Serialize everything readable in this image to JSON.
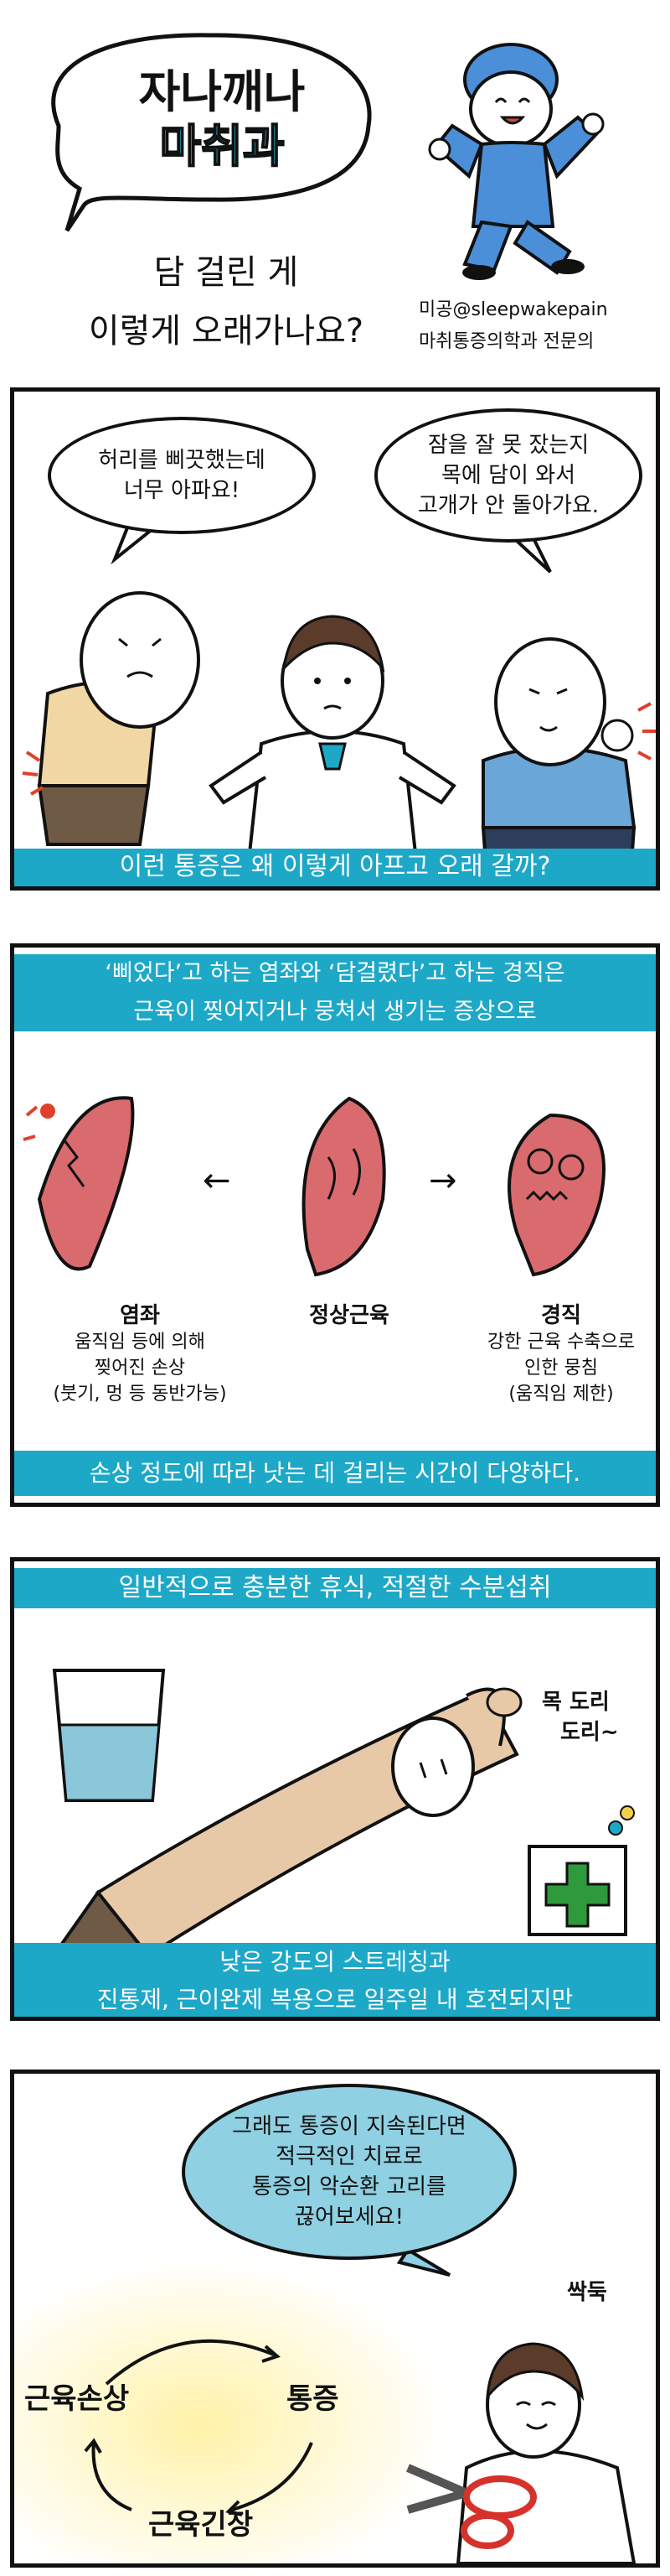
{
  "header": {
    "logo_line1": "자나깨나",
    "logo_line2": "마취과",
    "title_line1": "담 걸린 게",
    "title_line2": "이렇게 오래가나요?",
    "credit_line1": "미공@sleepwakepain",
    "credit_line2": "마취통증의학과 전문의"
  },
  "panel1": {
    "bubble_left": [
      "허리를 삐끗했는데",
      "너무 아파요!"
    ],
    "bubble_right": [
      "잠을 잘 못 잤는지",
      "목에 담이 와서",
      "고개가 안 돌아가요."
    ],
    "caption": "이런 통증은 왜 이렇게 아프고 오래 갈까?"
  },
  "panel2": {
    "banner": [
      "‘삐었다’고 하는 염좌와 ‘담걸렸다’고 하는 경직은",
      "근육이 찢어지거나 뭉쳐서 생기는 증상으로"
    ],
    "left_title": "염좌",
    "left_desc": [
      "움직임 등에 의해",
      "찢어진 손상",
      "(붓기, 멍 등 동반가능)"
    ],
    "center_title": "정상근육",
    "right_title": "경직",
    "right_desc": [
      "강한 근육 수축으로",
      "인한 뭉침",
      "(움직임 제한)"
    ],
    "arrow_left": "←",
    "arrow_right": "→",
    "caption": "손상 정도에 따라 낫는 데 걸리는 시간이 다양하다."
  },
  "panel3": {
    "banner": "일반적으로 충분한 휴식, 적절한 수분섭취",
    "sfx": [
      "목 도리",
      "도리~"
    ],
    "caption": [
      "낮은 강도의 스트레칭과",
      "진통제, 근이완제 복용으로 일주일 내 호전되지만"
    ]
  },
  "panel4": {
    "bubble": [
      "그래도 통증이 지속된다면",
      "적극적인 치료로",
      "통증의 악순환 고리를",
      "끊어보세요!"
    ],
    "sfx": "싹둑",
    "cycle": [
      "근육손상",
      "통증",
      "근육긴장"
    ]
  },
  "colors": {
    "accent": "#1ea8c8",
    "muscle": "#d96a6e",
    "skin": "#e7c9a8",
    "shirt_blue": "#6aa6d8",
    "cross_green": "#2e9a3c",
    "water": "#8ac7d8",
    "glow": "#fff2a8"
  }
}
